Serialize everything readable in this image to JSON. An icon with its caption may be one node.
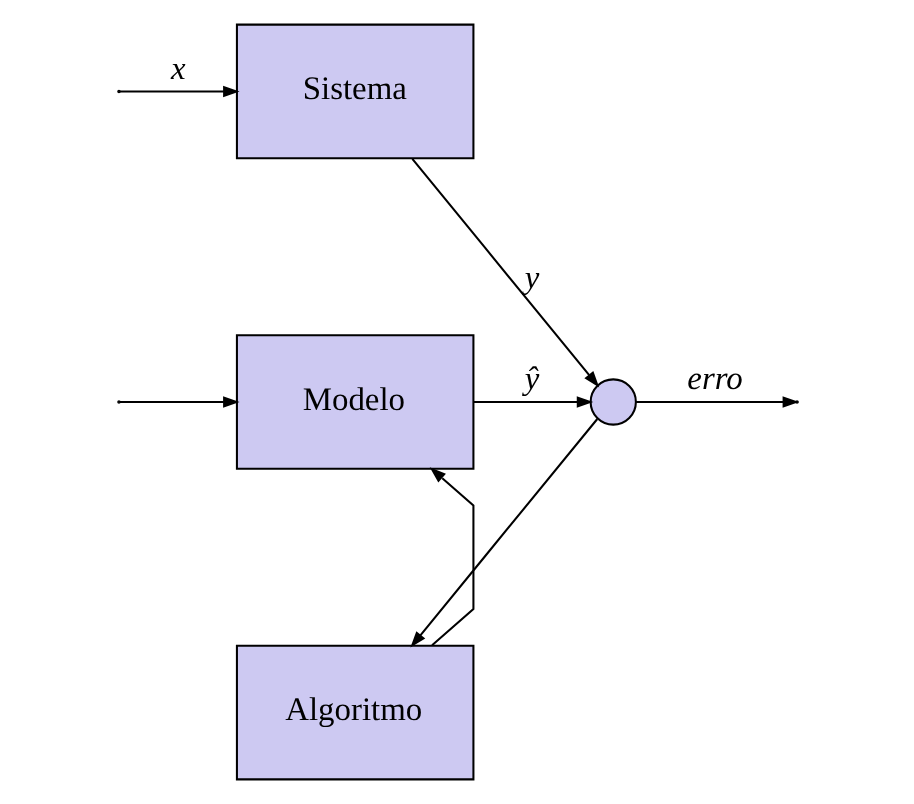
{
  "diagram": {
    "nodes": [
      {
        "text": [
          "Sistema"
        ]
      },
      {
        "text": [
          "Modelo"
        ]
      },
      {
        "text": [
          "Algoritmo"
        ]
      },
      {
        "text": [],
        "shape": "circle"
      }
    ],
    "edges": [
      {
        "from": null,
        "to": 0,
        "arrow": "to",
        "label": "x"
      },
      {
        "from": null,
        "to": 1,
        "arrow": "to"
      },
      {
        "from": 0,
        "to": 3,
        "arrow": "to",
        "label": "y"
      },
      {
        "from": 1,
        "to": 3,
        "arrow": "to",
        "label": "ŷ"
      },
      {
        "from": 3,
        "to": null,
        "arrow": "to",
        "label": "erro"
      },
      {
        "from": 3,
        "to": 2,
        "arrow": "to"
      },
      {
        "from": 2,
        "to": 1,
        "arrow": "to"
      }
    ]
  }
}
